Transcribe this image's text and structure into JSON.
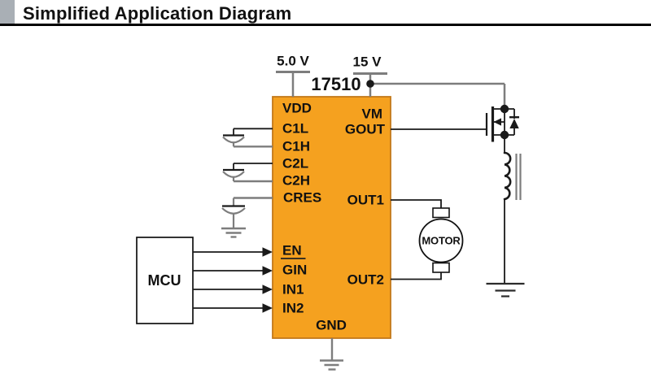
{
  "header": {
    "title": "Simplified Application Diagram"
  },
  "power": {
    "v5": "5.0 V",
    "v15": "15 V"
  },
  "ic": {
    "part_number": "17510",
    "left_pins": {
      "vdd": "VDD",
      "c1l": "C1L",
      "c1h": "C1H",
      "c2l": "C2L",
      "c2h": "C2H",
      "cres": "CRES",
      "en": "EN",
      "gin": "GIN",
      "in1": "IN1",
      "in2": "IN2"
    },
    "right_pins": {
      "vm": "VM",
      "gout": "GOUT",
      "out1": "OUT1",
      "out2": "OUT2"
    },
    "bottom_pin": {
      "gnd": "GND"
    }
  },
  "blocks": {
    "mcu": "MCU",
    "motor": "MOTOR"
  },
  "colors": {
    "ic-fill": "#F5A11F",
    "ic-border": "#C3791A",
    "wire-gray": "#7D7D7D",
    "wire-black": "#1A1A1A",
    "header-square": "#A9AFB5",
    "rule": "#000000",
    "text": "#111111"
  }
}
